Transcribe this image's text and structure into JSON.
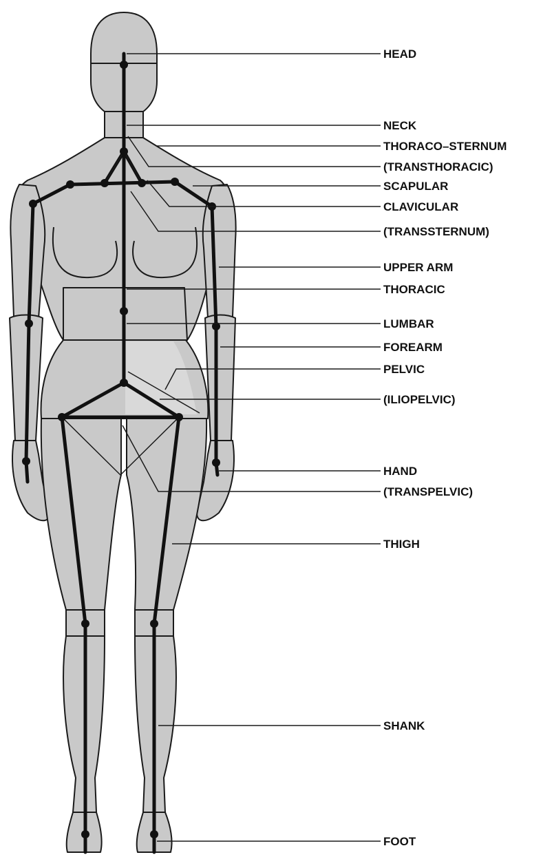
{
  "labels": {
    "head": "HEAD",
    "neck": "NECK",
    "thoraco_sternum": "THORACO–STERNUM",
    "transthoracic": "(TRANSTHORACIC)",
    "scapular": "SCAPULAR",
    "clavicular": "CLAVICULAR",
    "transsternum": "(TRANSSTERNUM)",
    "upper_arm": "UPPER ARM",
    "thoracic": "THORACIC",
    "lumbar": "LUMBAR",
    "forearm": "FOREARM",
    "pelvic": "PELVIC",
    "iliopelvic": "(ILIOPELVIC)",
    "hand": "HAND",
    "transpelvic": "(TRANSPELVIC)",
    "thigh": "THIGH",
    "shank": "SHANK",
    "foot": "FOOT"
  },
  "colors": {
    "body_fill": "#c9c9c9",
    "outline": "#1a1a1a",
    "skeleton": "#111111"
  }
}
